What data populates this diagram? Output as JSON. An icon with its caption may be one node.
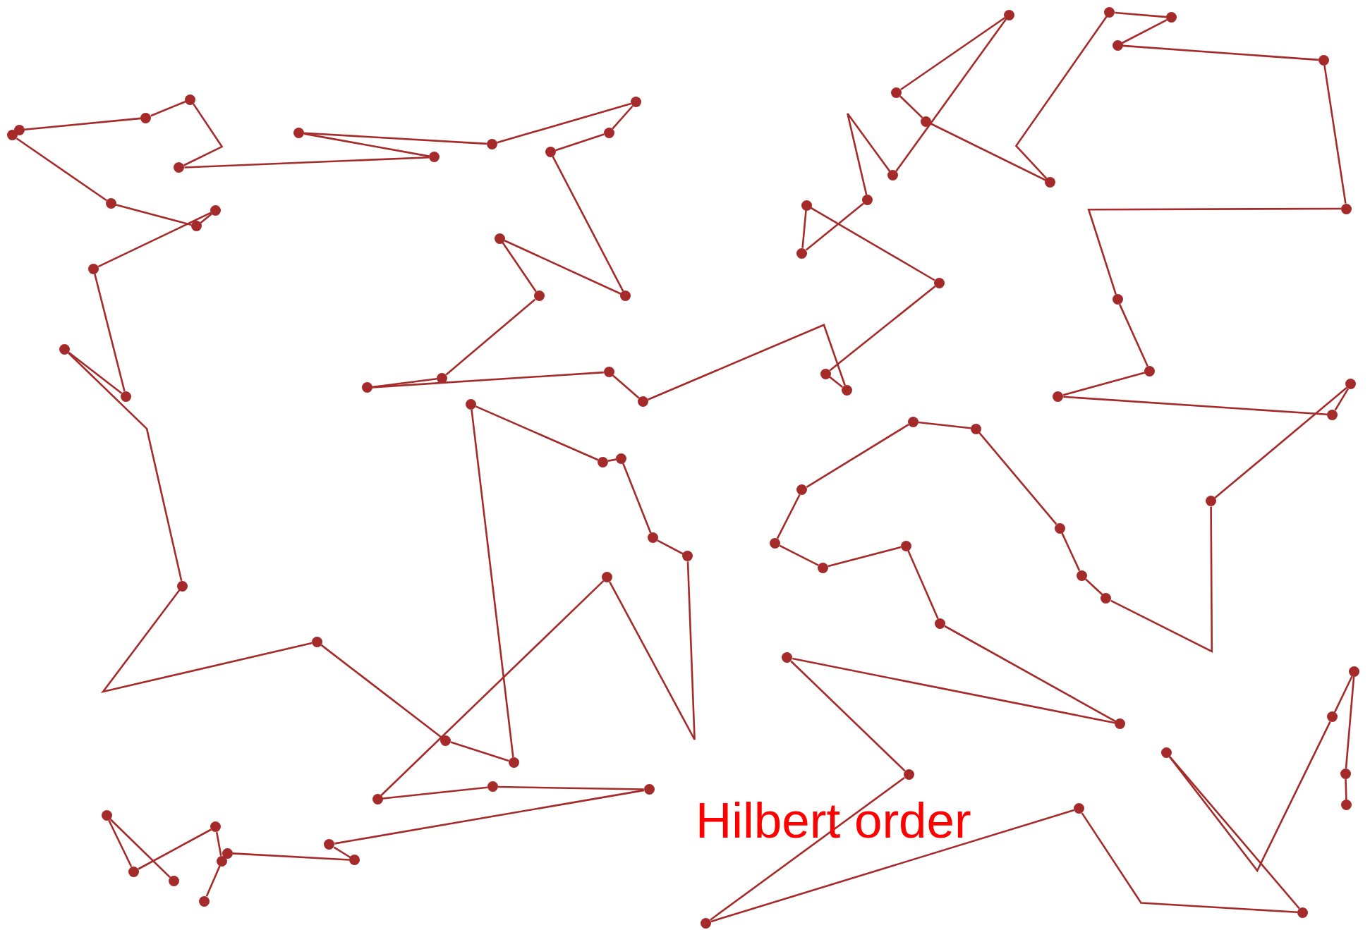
{
  "diagram": {
    "nodes": [
      {
        "text": [],
        "shape": "circle"
      },
      {
        "text": [],
        "shape": "circle"
      },
      {
        "text": [],
        "shape": "circle"
      },
      {
        "text": [],
        "shape": "circle"
      },
      {
        "text": [],
        "shape": "circle"
      },
      {
        "text": [],
        "shape": "circle"
      },
      {
        "text": [],
        "shape": "circle"
      },
      {
        "text": [],
        "shape": "circle"
      },
      {
        "text": [],
        "shape": "circle"
      },
      {
        "text": [],
        "shape": "circle"
      },
      {
        "text": [],
        "shape": "circle"
      },
      {
        "text": [],
        "shape": "circle"
      },
      {
        "text": [],
        "shape": "circle"
      },
      {
        "text": [],
        "shape": "circle"
      },
      {
        "text": [],
        "shape": "circle"
      },
      {
        "text": [],
        "shape": "circle"
      },
      {
        "text": [],
        "shape": "circle"
      },
      {
        "text": [],
        "shape": "circle"
      },
      {
        "text": [],
        "shape": "circle"
      },
      {
        "text": [],
        "shape": "circle"
      },
      {
        "text": [],
        "shape": "circle"
      },
      {
        "text": [],
        "shape": "circle"
      },
      {
        "text": [],
        "shape": "circle"
      },
      {
        "text": [],
        "shape": "circle"
      },
      {
        "text": [],
        "shape": "circle"
      },
      {
        "text": [],
        "shape": "circle"
      },
      {
        "text": [],
        "shape": "circle"
      },
      {
        "text": [],
        "shape": "circle"
      },
      {
        "text": [],
        "shape": "circle"
      },
      {
        "text": [],
        "shape": "circle"
      },
      {
        "text": [],
        "shape": "circle"
      },
      {
        "text": [],
        "shape": "circle"
      },
      {
        "text": [],
        "shape": "circle"
      },
      {
        "text": [],
        "shape": "circle"
      },
      {
        "text": [],
        "shape": "circle"
      },
      {
        "text": [],
        "shape": "circle"
      },
      {
        "text": [],
        "shape": "circle"
      },
      {
        "text": [],
        "shape": "circle"
      },
      {
        "text": [],
        "shape": "circle"
      },
      {
        "text": [],
        "shape": "circle"
      },
      {
        "text": [],
        "shape": "circle"
      },
      {
        "text": [],
        "shape": "circle"
      },
      {
        "text": [],
        "shape": "circle"
      },
      {
        "text": [],
        "shape": "circle"
      },
      {
        "text": [],
        "shape": "circle"
      },
      {
        "text": [],
        "shape": "circle"
      },
      {
        "text": [],
        "shape": "circle"
      },
      {
        "text": [],
        "shape": "circle"
      },
      {
        "text": [],
        "shape": "circle"
      },
      {
        "text": [],
        "shape": "circle"
      },
      {
        "text": [],
        "shape": "circle"
      },
      {
        "text": [],
        "shape": "circle"
      },
      {
        "text": [],
        "shape": "circle"
      },
      {
        "text": [],
        "shape": "circle"
      },
      {
        "text": [],
        "shape": "circle"
      },
      {
        "text": [],
        "shape": "circle"
      },
      {
        "text": [],
        "shape": "circle"
      },
      {
        "text": [],
        "shape": "circle"
      },
      {
        "text": [],
        "shape": "circle"
      },
      {
        "text": [],
        "shape": "circle"
      },
      {
        "text": [],
        "shape": "circle"
      },
      {
        "text": [],
        "shape": "circle"
      },
      {
        "text": [],
        "shape": "circle"
      },
      {
        "text": [],
        "shape": "circle"
      },
      {
        "text": [],
        "shape": "circle"
      },
      {
        "text": [],
        "shape": "circle"
      },
      {
        "text": [],
        "shape": "circle"
      },
      {
        "text": [],
        "shape": "circle"
      },
      {
        "text": [],
        "shape": "circle"
      },
      {
        "text": [],
        "shape": "circle"
      },
      {
        "text": [],
        "shape": "circle"
      },
      {
        "text": [],
        "shape": "circle"
      },
      {
        "text": [],
        "shape": "circle"
      },
      {
        "text": [],
        "shape": "circle"
      },
      {
        "text": [],
        "shape": "circle"
      },
      {
        "text": [],
        "shape": "circle"
      },
      {
        "text": [],
        "shape": "circle"
      },
      {
        "text": [],
        "shape": "circle"
      },
      {
        "text": [],
        "shape": "circle"
      },
      {
        "text": [],
        "shape": "circle"
      },
      {
        "text": [],
        "shape": "circle"
      },
      {
        "text": [],
        "shape": "circle"
      },
      {
        "text": [],
        "shape": "circle"
      },
      {
        "text": [],
        "shape": "circle"
      },
      {
        "text": [],
        "shape": "circle"
      },
      {
        "text": [],
        "shape": "circle"
      },
      {
        "text": [],
        "shape": "circle"
      },
      {
        "text": [],
        "shape": "circle"
      },
      {
        "text": [],
        "shape": "circle"
      }
    ],
    "edges": [
      {
        "from": 0,
        "to": 1,
        "arrow": "none"
      },
      {
        "from": 1,
        "to": 2,
        "arrow": "none"
      },
      {
        "from": 2,
        "to": 3,
        "arrow": "none"
      },
      {
        "from": 3,
        "to": 4,
        "arrow": "none"
      },
      {
        "from": 4,
        "to": 5,
        "arrow": "none"
      },
      {
        "from": 6,
        "to": 7,
        "arrow": "none"
      },
      {
        "from": 7,
        "to": 8,
        "arrow": "none"
      },
      {
        "from": 8,
        "to": 9,
        "arrow": "none"
      },
      {
        "from": 9,
        "to": 10,
        "arrow": "none"
      },
      {
        "from": 10,
        "to": 11,
        "arrow": "none"
      },
      {
        "from": 11,
        "to": 12,
        "arrow": "none"
      },
      {
        "from": 12,
        "to": 13,
        "arrow": "none"
      },
      {
        "from": 13,
        "to": 14,
        "arrow": "none"
      },
      {
        "from": 14,
        "to": 15,
        "arrow": "none"
      },
      {
        "from": 15,
        "to": 16,
        "arrow": "none"
      },
      {
        "from": 16,
        "to": 17,
        "arrow": "none"
      },
      {
        "from": 17,
        "to": 18,
        "arrow": "none"
      },
      {
        "from": 18,
        "to": 19,
        "arrow": "none"
      },
      {
        "from": 19,
        "to": 20,
        "arrow": "none"
      },
      {
        "from": 20,
        "to": 21,
        "arrow": "none"
      },
      {
        "from": 21,
        "to": 22,
        "arrow": "none"
      },
      {
        "from": 22,
        "to": 23,
        "arrow": "none"
      },
      {
        "from": 23,
        "to": 24,
        "arrow": "none"
      },
      {
        "from": 24,
        "to": 25,
        "arrow": "none"
      },
      {
        "from": 25,
        "to": 26,
        "arrow": "none"
      },
      {
        "from": 26,
        "to": 27,
        "arrow": "none"
      },
      {
        "from": 27,
        "to": 28,
        "arrow": "none"
      },
      {
        "from": 29,
        "to": 30,
        "arrow": "none"
      },
      {
        "from": 30,
        "to": 31,
        "arrow": "none"
      },
      {
        "from": 31,
        "to": 32,
        "arrow": "none"
      },
      {
        "from": 32,
        "to": 33,
        "arrow": "none"
      },
      {
        "from": 33,
        "to": 34,
        "arrow": "none"
      },
      {
        "from": 34,
        "to": 35,
        "arrow": "none"
      },
      {
        "from": 35,
        "to": 36,
        "arrow": "none"
      },
      {
        "from": 36,
        "to": 37,
        "arrow": "none"
      },
      {
        "from": 37,
        "to": 38,
        "arrow": "none"
      },
      {
        "from": 38,
        "to": 39,
        "arrow": "none"
      },
      {
        "from": 39,
        "to": 40,
        "arrow": "none"
      },
      {
        "from": 40,
        "to": 41,
        "arrow": "none"
      },
      {
        "from": 41,
        "to": 42,
        "arrow": "none"
      },
      {
        "from": 42,
        "to": 43,
        "arrow": "none"
      },
      {
        "from": 43,
        "to": 44,
        "arrow": "none"
      },
      {
        "from": 44,
        "to": 45,
        "arrow": "none"
      },
      {
        "from": 45,
        "to": 46,
        "arrow": "none"
      },
      {
        "from": 46,
        "to": 47,
        "arrow": "none"
      },
      {
        "from": 47,
        "to": 48,
        "arrow": "none"
      },
      {
        "from": 48,
        "to": 49,
        "arrow": "none"
      },
      {
        "from": 49,
        "to": 50,
        "arrow": "none"
      },
      {
        "from": 50,
        "to": 51,
        "arrow": "none"
      },
      {
        "from": 51,
        "to": 52,
        "arrow": "none"
      },
      {
        "from": 52,
        "to": 53,
        "arrow": "none"
      },
      {
        "from": 53,
        "to": 54,
        "arrow": "none"
      },
      {
        "from": 54,
        "to": 55,
        "arrow": "none"
      },
      {
        "from": 55,
        "to": 56,
        "arrow": "none"
      },
      {
        "from": 56,
        "to": 57,
        "arrow": "none"
      },
      {
        "from": 57,
        "to": 58,
        "arrow": "none"
      },
      {
        "from": 58,
        "to": 59,
        "arrow": "none"
      },
      {
        "from": 59,
        "to": 60,
        "arrow": "none"
      },
      {
        "from": 60,
        "to": 61,
        "arrow": "none"
      },
      {
        "from": 61,
        "to": 62,
        "arrow": "none"
      },
      {
        "from": 62,
        "to": 63,
        "arrow": "none"
      },
      {
        "from": 63,
        "to": 64,
        "arrow": "none"
      },
      {
        "from": 64,
        "to": 65,
        "arrow": "none"
      },
      {
        "from": 65,
        "to": 66,
        "arrow": "none"
      },
      {
        "from": 66,
        "to": 67,
        "arrow": "none"
      },
      {
        "from": 67,
        "to": 68,
        "arrow": "none"
      },
      {
        "from": 68,
        "to": 69,
        "arrow": "none"
      },
      {
        "from": 69,
        "to": 70,
        "arrow": "none"
      },
      {
        "from": 70,
        "to": 71,
        "arrow": "none"
      },
      {
        "from": 71,
        "to": 72,
        "arrow": "none"
      },
      {
        "from": 72,
        "to": 73,
        "arrow": "none"
      },
      {
        "from": 73,
        "to": 74,
        "arrow": "none"
      },
      {
        "from": 74,
        "to": 75,
        "arrow": "none"
      },
      {
        "from": 75,
        "to": 76,
        "arrow": "none"
      },
      {
        "from": 76,
        "to": 77,
        "arrow": "none"
      },
      {
        "from": 77,
        "to": 78,
        "arrow": "none"
      },
      {
        "from": 78,
        "to": 79,
        "arrow": "none"
      },
      {
        "from": 79,
        "to": 80,
        "arrow": "none"
      },
      {
        "from": 80,
        "to": 81,
        "arrow": "none"
      },
      {
        "from": 81,
        "to": 82,
        "arrow": "none"
      },
      {
        "from": 82,
        "to": 83,
        "arrow": "none"
      },
      {
        "from": 83,
        "to": 84,
        "arrow": "none"
      },
      {
        "from": 84,
        "to": 85,
        "arrow": "none"
      },
      {
        "from": 85,
        "to": 86,
        "arrow": "none"
      },
      {
        "from": 86,
        "to": 87,
        "arrow": "none"
      },
      {
        "from": 87,
        "to": 88,
        "arrow": "none"
      }
    ],
    "labels": [
      "Hilbert order"
    ]
  }
}
